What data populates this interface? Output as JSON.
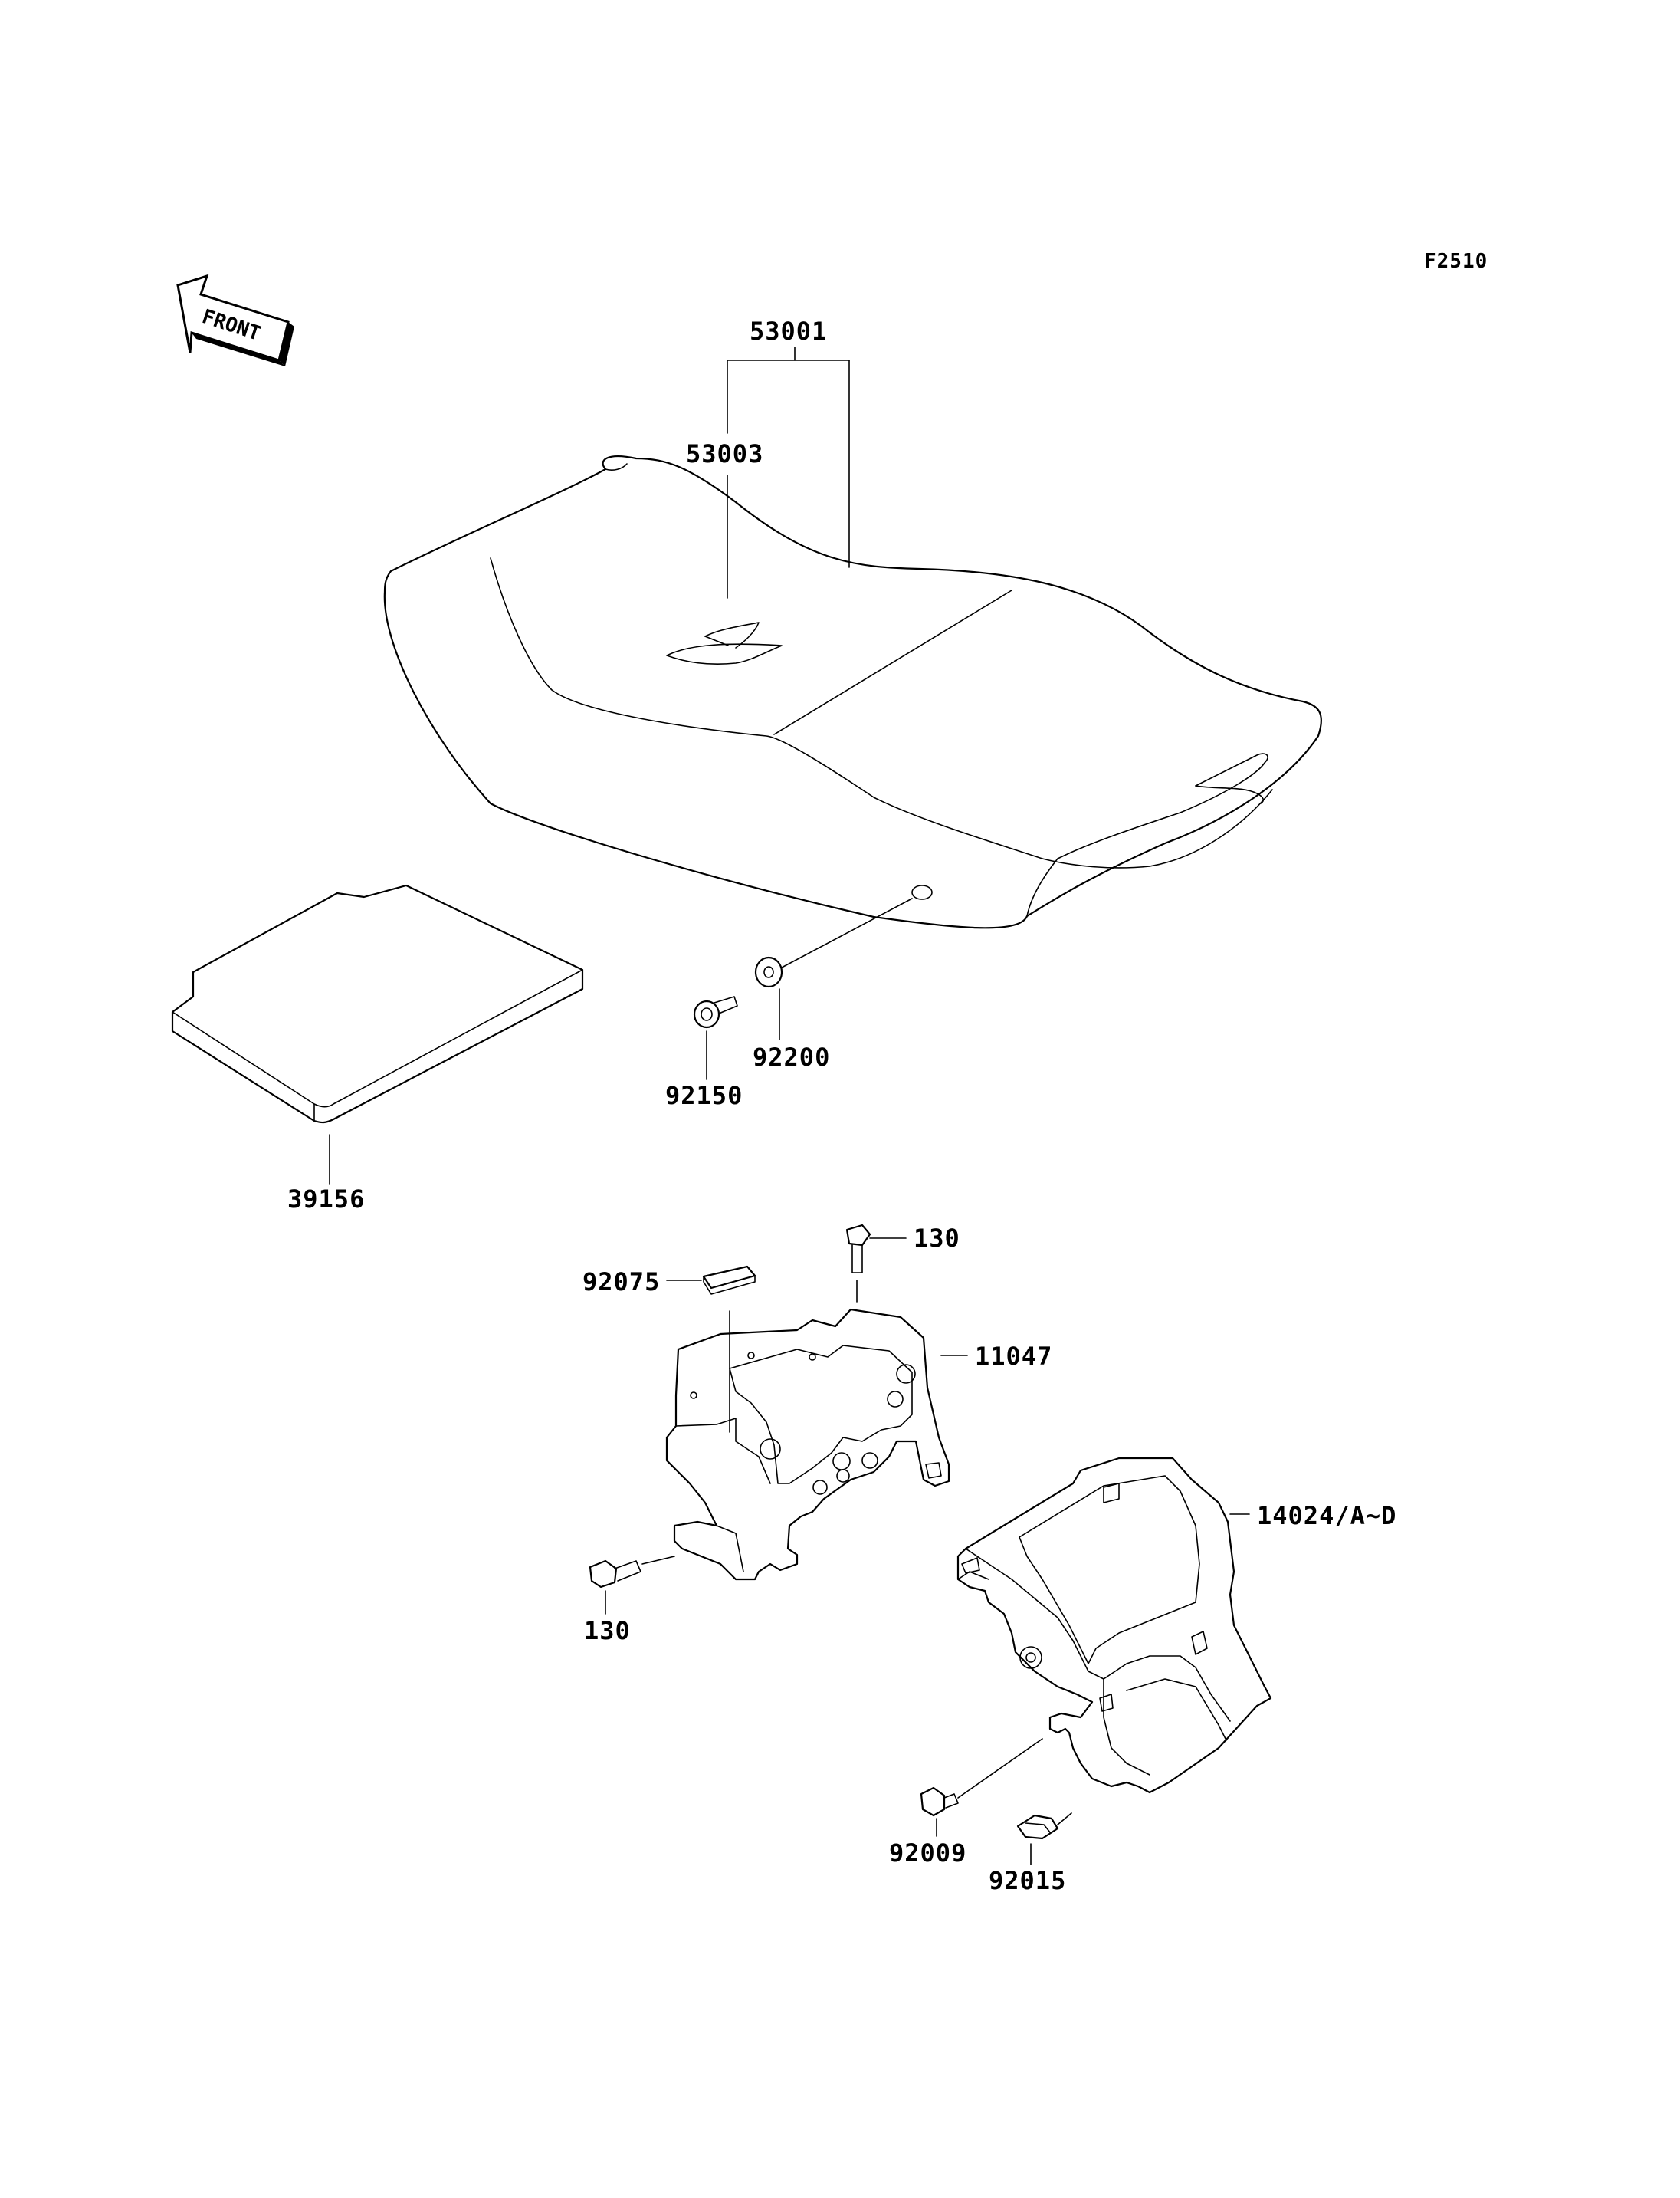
{
  "figure_ref": "F2510",
  "front_marker": "FRONT",
  "labels": {
    "p53001": "53001",
    "p53003": "53003",
    "p39156": "39156",
    "p92150": "92150",
    "p92200": "92200",
    "p130_top": "130",
    "p92075": "92075",
    "p11047": "11047",
    "p130_bottom": "130",
    "p14024": "14024/A~D",
    "p92009": "92009",
    "p92015": "92015"
  },
  "colors": {
    "line": "#000000",
    "background": "#ffffff"
  }
}
